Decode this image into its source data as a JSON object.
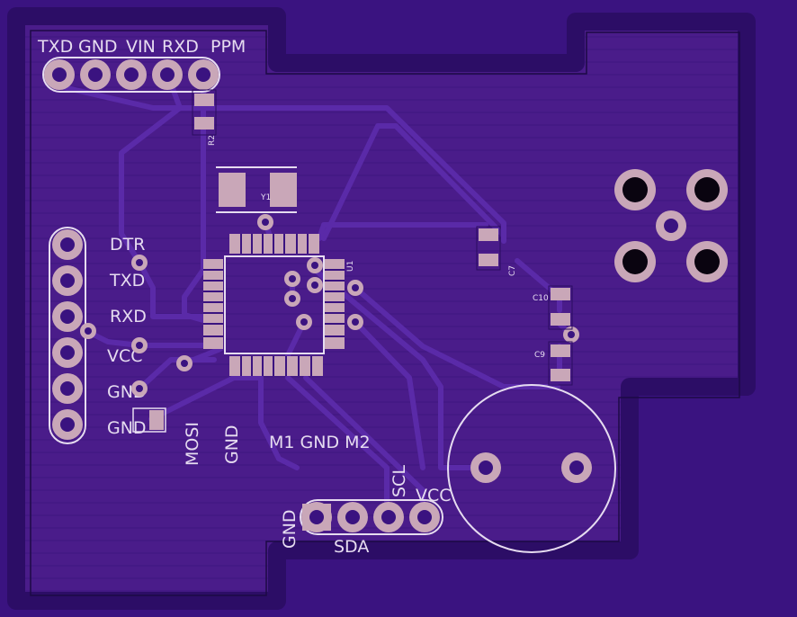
{
  "colors": {
    "board": "#3a1380",
    "pour": "#4a1c8a",
    "trace": "#5326a0",
    "pad": "#c9a7b8",
    "hole": "#0a0410",
    "silk": "#e6dcf0"
  },
  "labels": {
    "header_top": [
      "TXD",
      "GND",
      "VIN",
      "RXD",
      "PPM"
    ],
    "header_left": [
      "DTR",
      "TXD",
      "RXD",
      "VCC",
      "GND",
      "GND"
    ],
    "bottom_mosi": "MOSI",
    "bottom_gnd": "GND",
    "motor": "M1 GND M2",
    "i2c_gnd": "GND",
    "i2c_sda": "SDA",
    "i2c_scl": "SCL",
    "i2c_vcc": "VCC"
  },
  "refdes": {
    "r2": "R2",
    "y1": "Y1",
    "u1": "U1",
    "c7": "C7",
    "c10": "C10",
    "c9": "C9"
  }
}
